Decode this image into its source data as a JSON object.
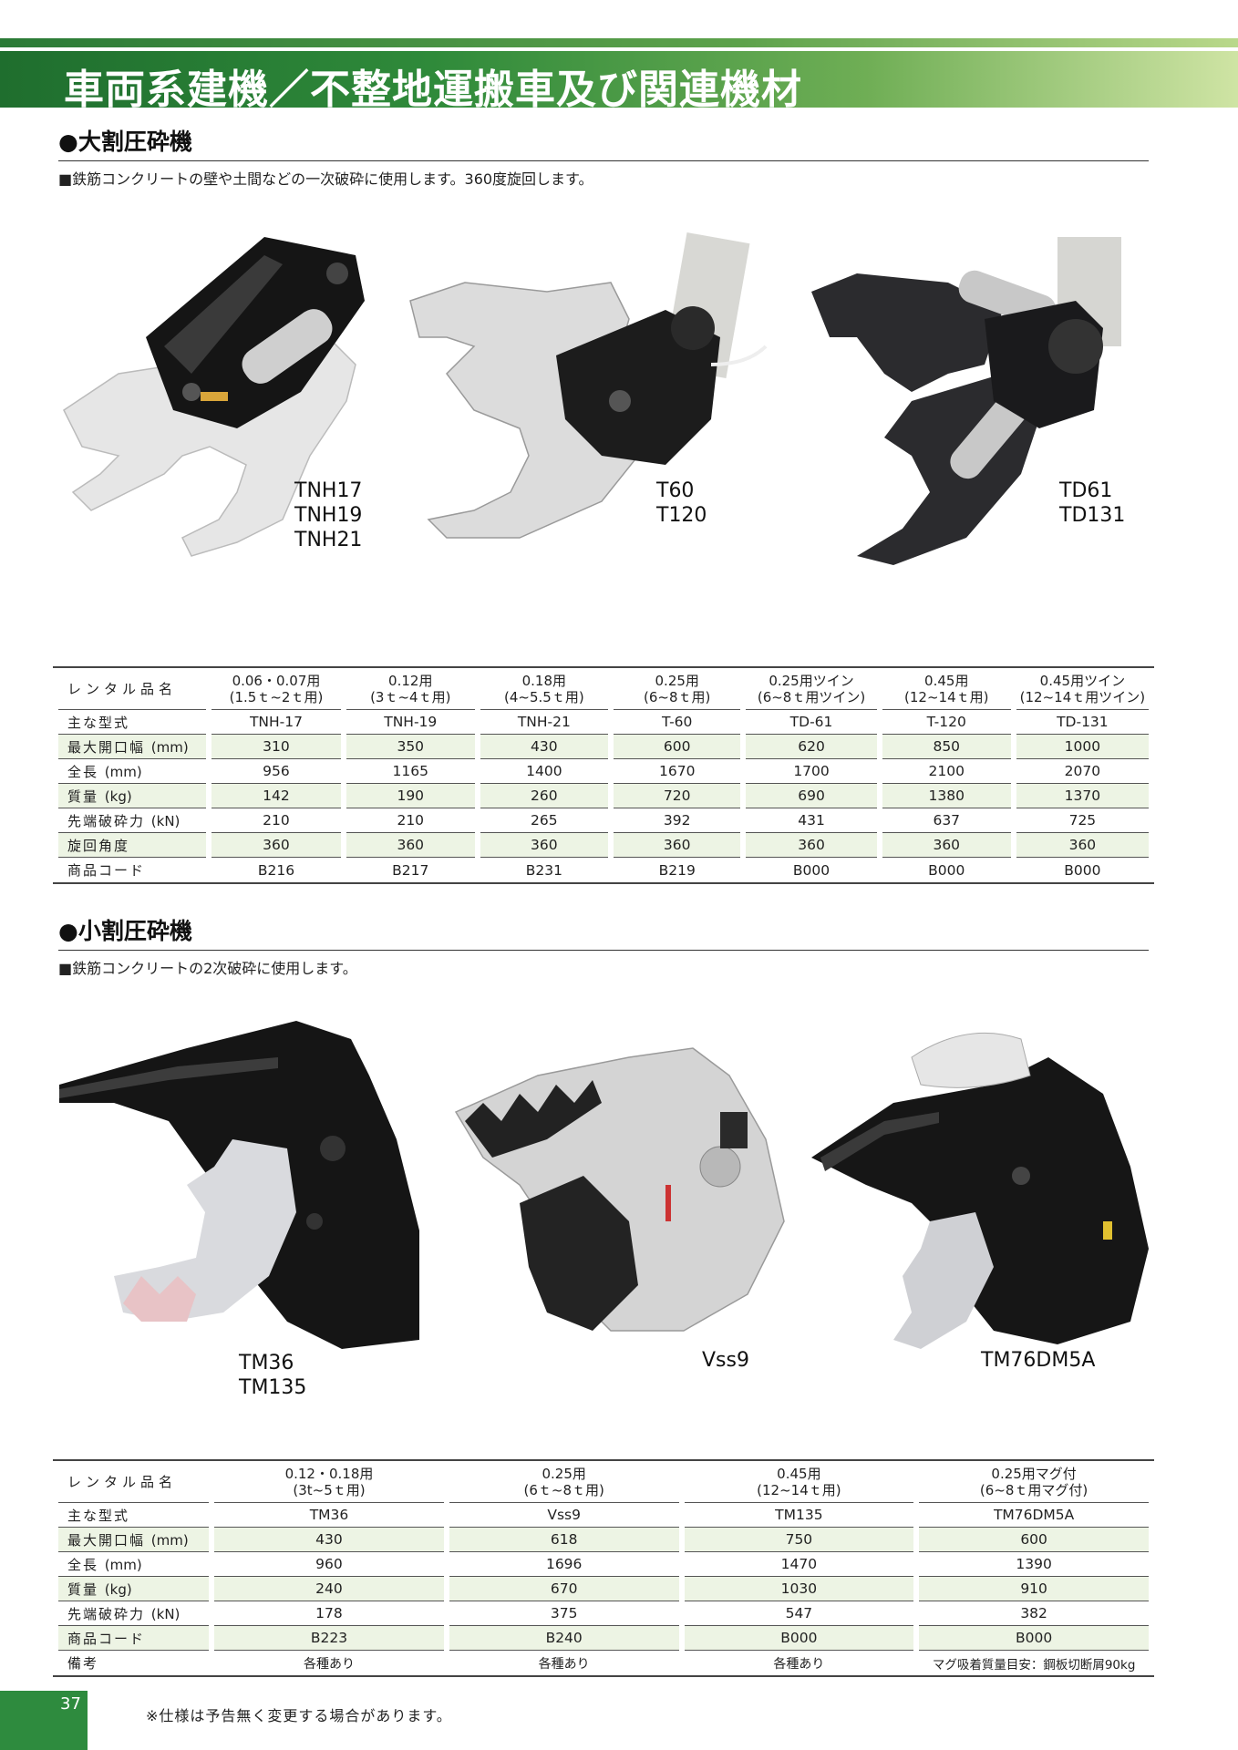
{
  "page": {
    "title": "車両系建機／不整地運搬車及び関連機材",
    "number": "37",
    "footnote": "※仕様は予告無く変更する場合があります。"
  },
  "colors": {
    "accent": "#2e8b3e",
    "banner_light": "#cfe4a4",
    "row_alt": "#edf4e4"
  },
  "section1": {
    "title": "●大割圧砕機",
    "description": "■鉄筋コンクリートの壁や土間などの一次破砕に使用します。360度旋回します。",
    "products": [
      {
        "lines": [
          "TNH17",
          "TNH19",
          "TNH21"
        ]
      },
      {
        "lines": [
          "T60",
          "T120"
        ]
      },
      {
        "lines": [
          "TD61",
          "TD131"
        ]
      }
    ],
    "table": {
      "header_label": "レンタル品名",
      "columns": [
        {
          "size": "0.06・0.07用",
          "sub": "(1.5ｔ~2ｔ用)"
        },
        {
          "size": "0.12用",
          "sub": "(3ｔ~4ｔ用)"
        },
        {
          "size": "0.18用",
          "sub": "(4~5.5ｔ用)"
        },
        {
          "size": "0.25用",
          "sub": "(6~8ｔ用)"
        },
        {
          "size": "0.25用ツイン",
          "sub": "(6~8ｔ用ツイン)"
        },
        {
          "size": "0.45用",
          "sub": "(12~14ｔ用)"
        },
        {
          "size": "0.45用ツイン",
          "sub": "(12~14ｔ用ツイン)"
        }
      ],
      "rows": [
        {
          "label": "主な型式",
          "unit": "",
          "values": [
            "TNH-17",
            "TNH-19",
            "TNH-21",
            "T-60",
            "TD-61",
            "T-120",
            "TD-131"
          ]
        },
        {
          "label": "最大開口幅",
          "unit": "(mm)",
          "values": [
            "310",
            "350",
            "430",
            "600",
            "620",
            "850",
            "1000"
          ]
        },
        {
          "label": "全長",
          "unit": "(mm)",
          "values": [
            "956",
            "1165",
            "1400",
            "1670",
            "1700",
            "2100",
            "2070"
          ]
        },
        {
          "label": "質量",
          "unit": "(kg)",
          "values": [
            "142",
            "190",
            "260",
            "720",
            "690",
            "1380",
            "1370"
          ]
        },
        {
          "label": "先端破砕力",
          "unit": "(kN)",
          "values": [
            "210",
            "210",
            "265",
            "392",
            "431",
            "637",
            "725"
          ]
        },
        {
          "label": "旋回角度",
          "unit": "",
          "values": [
            "360",
            "360",
            "360",
            "360",
            "360",
            "360",
            "360"
          ]
        },
        {
          "label": "商品コード",
          "unit": "",
          "values": [
            "B216",
            "B217",
            "B231",
            "B219",
            "B000",
            "B000",
            "B000"
          ]
        }
      ]
    }
  },
  "section2": {
    "title": "●小割圧砕機",
    "description": "■鉄筋コンクリートの2次破砕に使用します。",
    "products": [
      {
        "lines": [
          "TM36",
          "TM135"
        ]
      },
      {
        "lines": [
          "Vss9"
        ]
      },
      {
        "lines": [
          "TM76DM5A"
        ]
      }
    ],
    "table": {
      "header_label": "レンタル品名",
      "columns": [
        {
          "size": "0.12・0.18用",
          "sub": "(3t~5ｔ用)"
        },
        {
          "size": "0.25用",
          "sub": "(6ｔ~8ｔ用)"
        },
        {
          "size": "0.45用",
          "sub": "(12~14ｔ用)"
        },
        {
          "size": "0.25用マグ付",
          "sub": "(6~8ｔ用マグ付)"
        }
      ],
      "rows": [
        {
          "label": "主な型式",
          "unit": "",
          "values": [
            "TM36",
            "Vss9",
            "TM135",
            "TM76DM5A"
          ]
        },
        {
          "label": "最大開口幅",
          "unit": "(mm)",
          "values": [
            "430",
            "618",
            "750",
            "600"
          ]
        },
        {
          "label": "全長",
          "unit": "(mm)",
          "values": [
            "960",
            "1696",
            "1470",
            "1390"
          ]
        },
        {
          "label": "質量",
          "unit": "(kg)",
          "values": [
            "240",
            "670",
            "1030",
            "910"
          ]
        },
        {
          "label": "先端破砕力",
          "unit": "(kN)",
          "values": [
            "178",
            "375",
            "547",
            "382"
          ]
        },
        {
          "label": "商品コード",
          "unit": "",
          "values": [
            "B223",
            "B240",
            "B000",
            "B000"
          ]
        },
        {
          "label": "備考",
          "unit": "",
          "values": [
            "各種あり",
            "各種あり",
            "各種あり",
            "マグ吸着質量目安：鋼板切断屑90kg"
          ]
        }
      ]
    }
  }
}
